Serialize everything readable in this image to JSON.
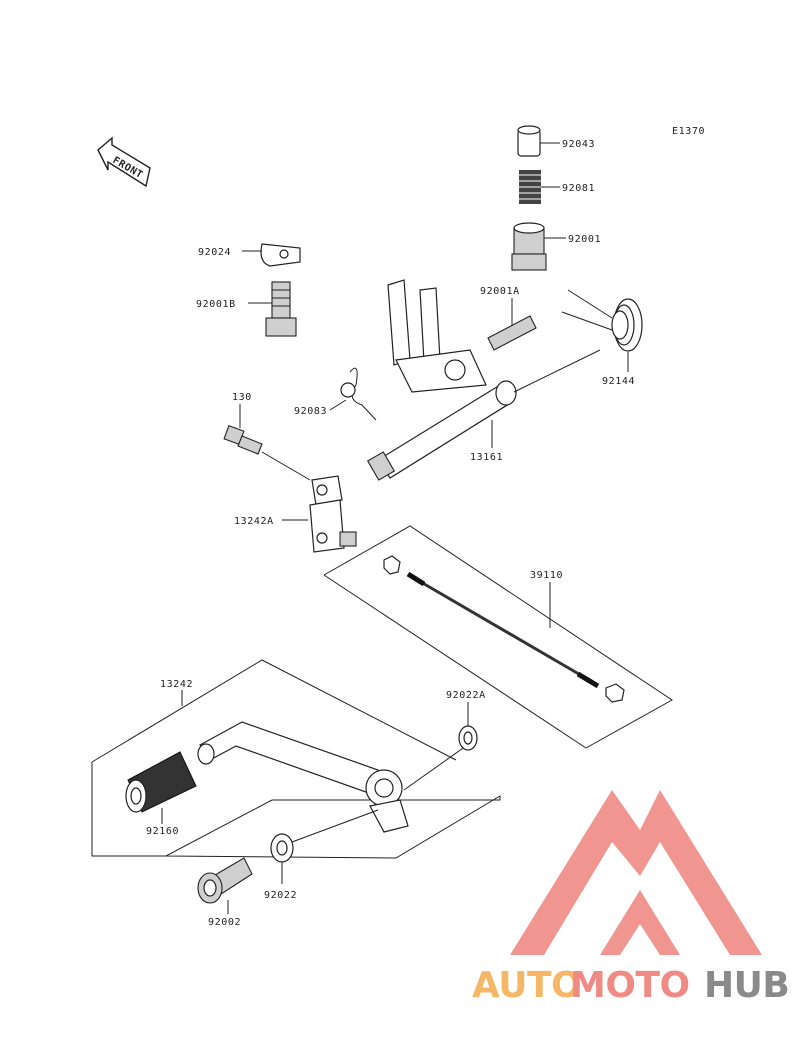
{
  "diagram_code": "E1370",
  "front_label": "FRONT",
  "parts": {
    "p92043": "92043",
    "p92081": "92081",
    "p92001": "92001",
    "p92024": "92024",
    "p92001B": "92001B",
    "p92001A": "92001A",
    "p92144": "92144",
    "p92083": "92083",
    "p130": "130",
    "p13161": "13161",
    "p13242A": "13242A",
    "p39110": "39110",
    "p13242": "13242",
    "p92022A": "92022A",
    "p92160": "92160",
    "p92022": "92022",
    "p92002": "92002"
  },
  "watermark": {
    "part1": "AUTO",
    "part2": "MOTO",
    "part3": "HUB",
    "color_light": "#f5b766",
    "color_red": "#f08a84",
    "color_grey": "#8a8a8a"
  }
}
